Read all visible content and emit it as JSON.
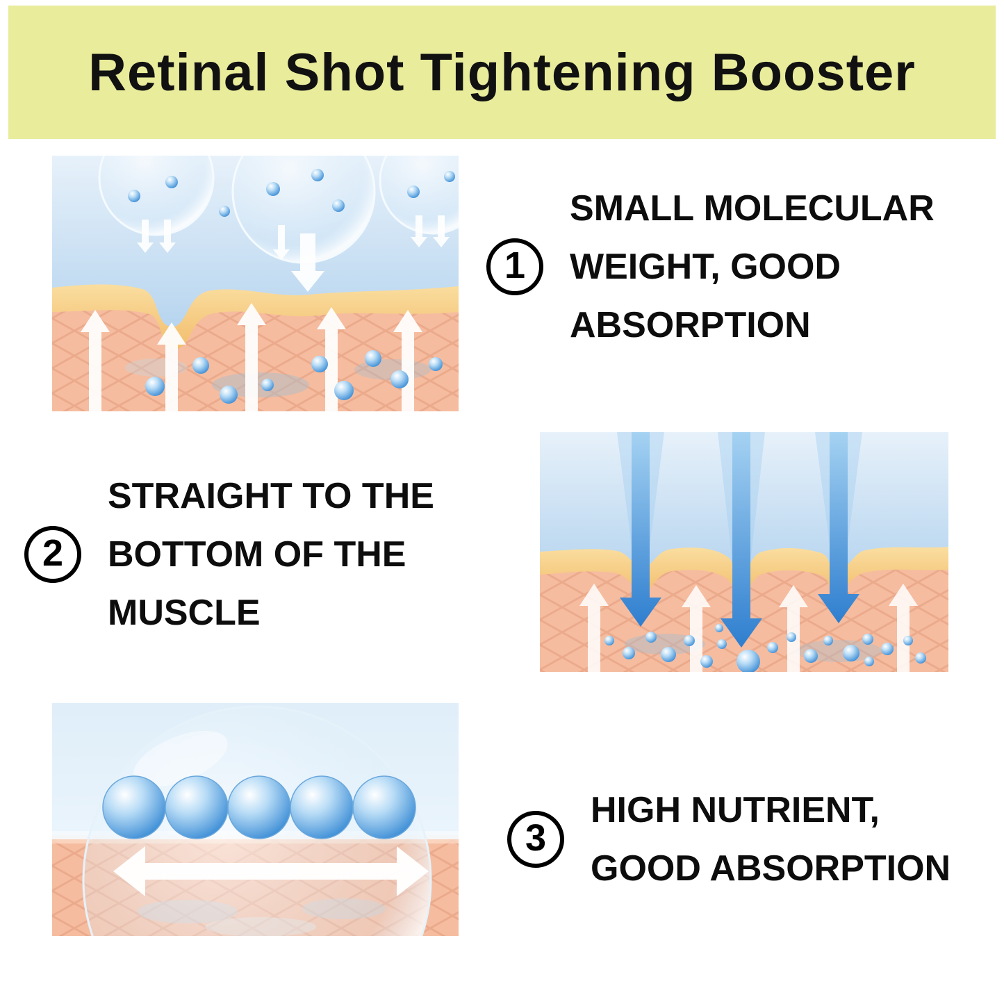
{
  "title": "Retinal Shot Tightening Booster",
  "theme": {
    "banner_bg": "#e9ec9b",
    "text_color": "#111111",
    "sky_blue": "#cfe3f5",
    "skin_peach": "#f6bc9f",
    "sebum_yellow": "#f3bf6e",
    "sphere_blue": "#3e8ed6"
  },
  "points": [
    {
      "number": "1",
      "lines": [
        "SMALL MOLECULAR",
        "WEIGHT, GOOD",
        "ABSORPTION"
      ]
    },
    {
      "number": "2",
      "lines": [
        "STRAIGHT TO THE",
        "BOTTOM OF THE",
        "MUSCLE"
      ]
    },
    {
      "number": "3",
      "lines": [
        "HIGH NUTRIENT,",
        "GOOD ABSORPTION"
      ]
    }
  ],
  "illustrations": [
    {
      "name": "serum-bubbles-absorbing-into-skin"
    },
    {
      "name": "arrows-penetrating-deep-skin-layers"
    },
    {
      "name": "nutrient-spheres-spreading-on-skin"
    }
  ]
}
